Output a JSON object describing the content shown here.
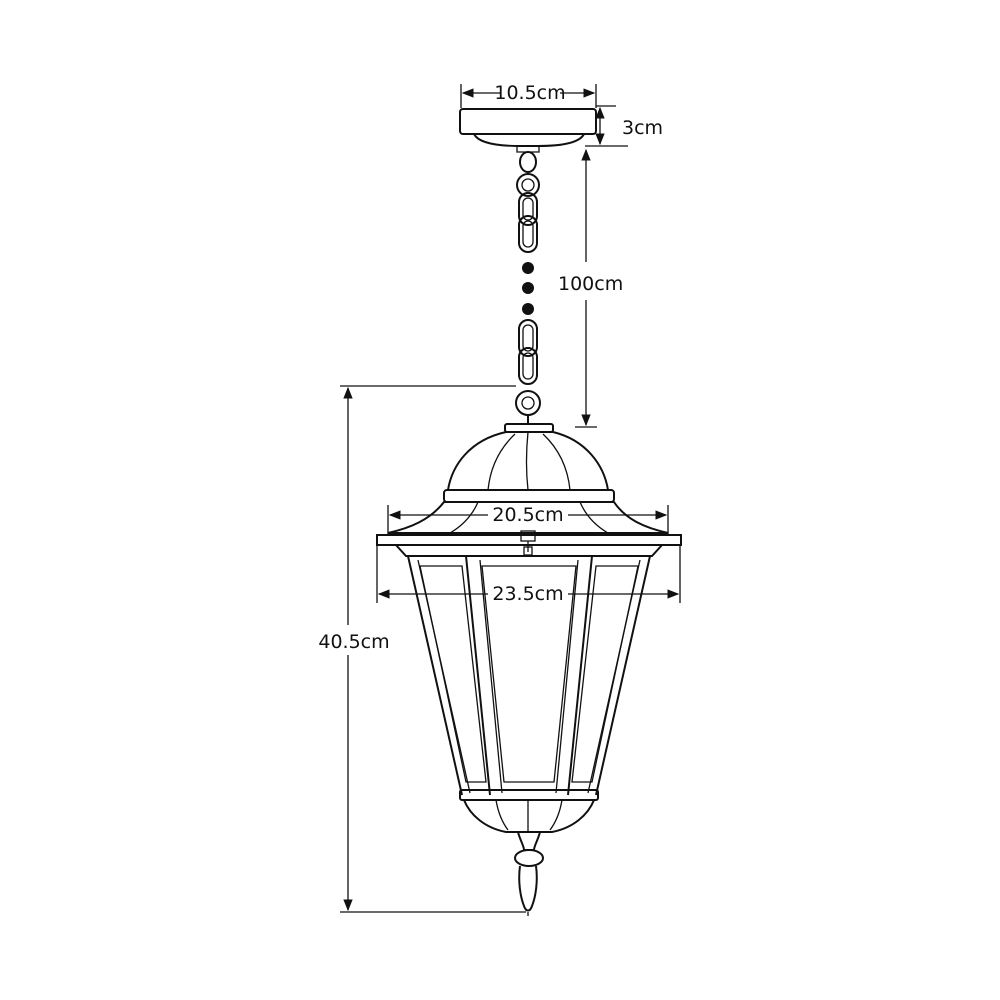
{
  "dimensions": {
    "canopy_width": "10.5cm",
    "canopy_height": "3cm",
    "chain_length": "100cm",
    "roof_width": "20.5cm",
    "frame_width": "23.5cm",
    "total_height": "40.5cm"
  },
  "colors": {
    "stroke": "#111111",
    "background": "#ffffff"
  }
}
